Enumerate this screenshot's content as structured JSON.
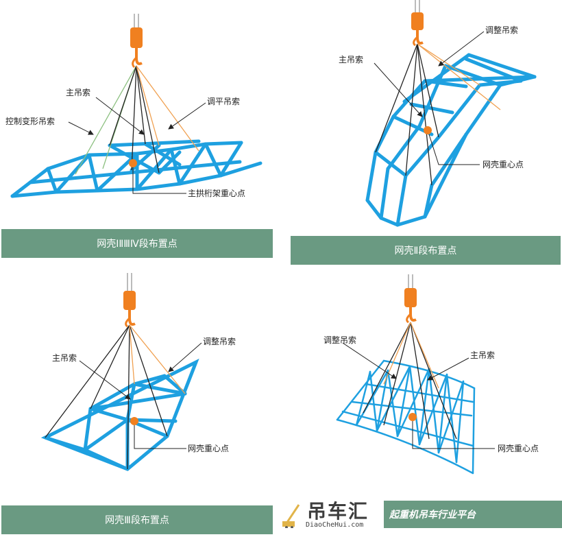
{
  "panels": [
    {
      "caption": "网壳ⅠⅡⅢⅣ段布置点",
      "labels": {
        "main_sling": "主吊索",
        "leveling_sling": "调平吊索",
        "deform_control_sling": "控制变形吊索",
        "cog": "主拱桁架重心点"
      }
    },
    {
      "caption": "网壳Ⅱ段布置点",
      "labels": {
        "adjust_sling": "调整吊索",
        "main_sling": "主吊索",
        "cog": "网壳重心点"
      }
    },
    {
      "caption": "网壳Ⅲ段布置点",
      "labels": {
        "adjust_sling": "调整吊索",
        "main_sling": "主吊索",
        "cog": "网壳重心点"
      }
    },
    {
      "caption": "起重机吊车行业平台",
      "labels": {
        "adjust_sling": "调整吊索",
        "main_sling": "主吊索",
        "cog": "网壳重心点"
      }
    }
  ],
  "watermark": {
    "name": "吊车汇",
    "url": "DiaoCheHui.com"
  },
  "colors": {
    "truss": "#1ea0e0",
    "sling_black": "#222222",
    "sling_orange": "#f0a050",
    "sling_green": "#8cc080",
    "hook": "#f08020",
    "caption_bg": "#6a9a82"
  }
}
